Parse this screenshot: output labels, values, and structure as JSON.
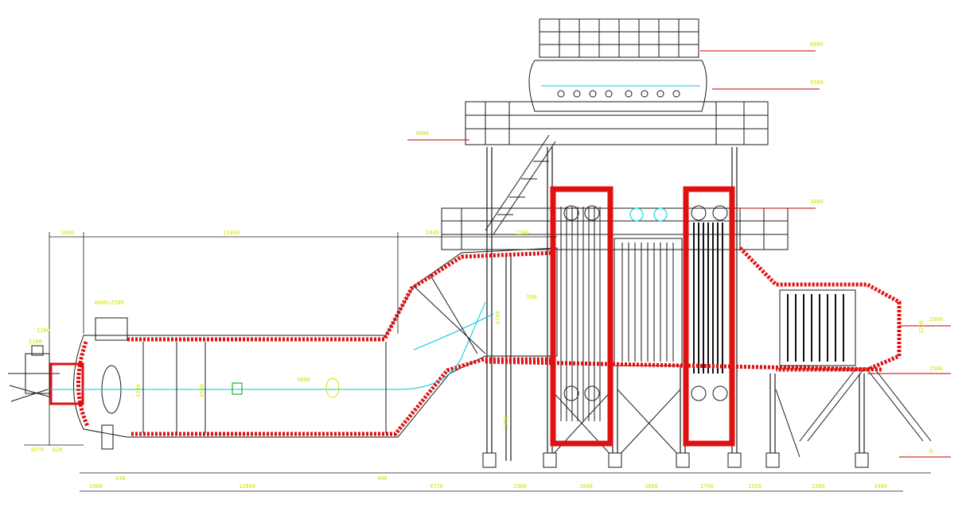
{
  "drawing": {
    "colors": {
      "background": "#ffffff",
      "structure": "#1a1a1a",
      "refractory": "#e01010",
      "gas_path": "#00c8d8",
      "dimension": "#d7e000",
      "elevation_leader": "#c00000"
    },
    "top_dims": [
      "1400",
      "11000",
      "2440",
      "2200"
    ],
    "bottom_dims": [
      "1000",
      "12800",
      "4770",
      "2300",
      "2040",
      "3680",
      "2740",
      "1550",
      "3200",
      "1400"
    ],
    "left_dims": [
      "2300",
      "1300",
      "620",
      "1870",
      "630",
      "400"
    ],
    "elevations": [
      "8000",
      "5500",
      "4000",
      "3000",
      "2500",
      "1500",
      "500",
      "3000",
      "0"
    ],
    "notes": [
      "4000×2500",
      "4200",
      "4500",
      "6700",
      "1760",
      "1200"
    ]
  }
}
